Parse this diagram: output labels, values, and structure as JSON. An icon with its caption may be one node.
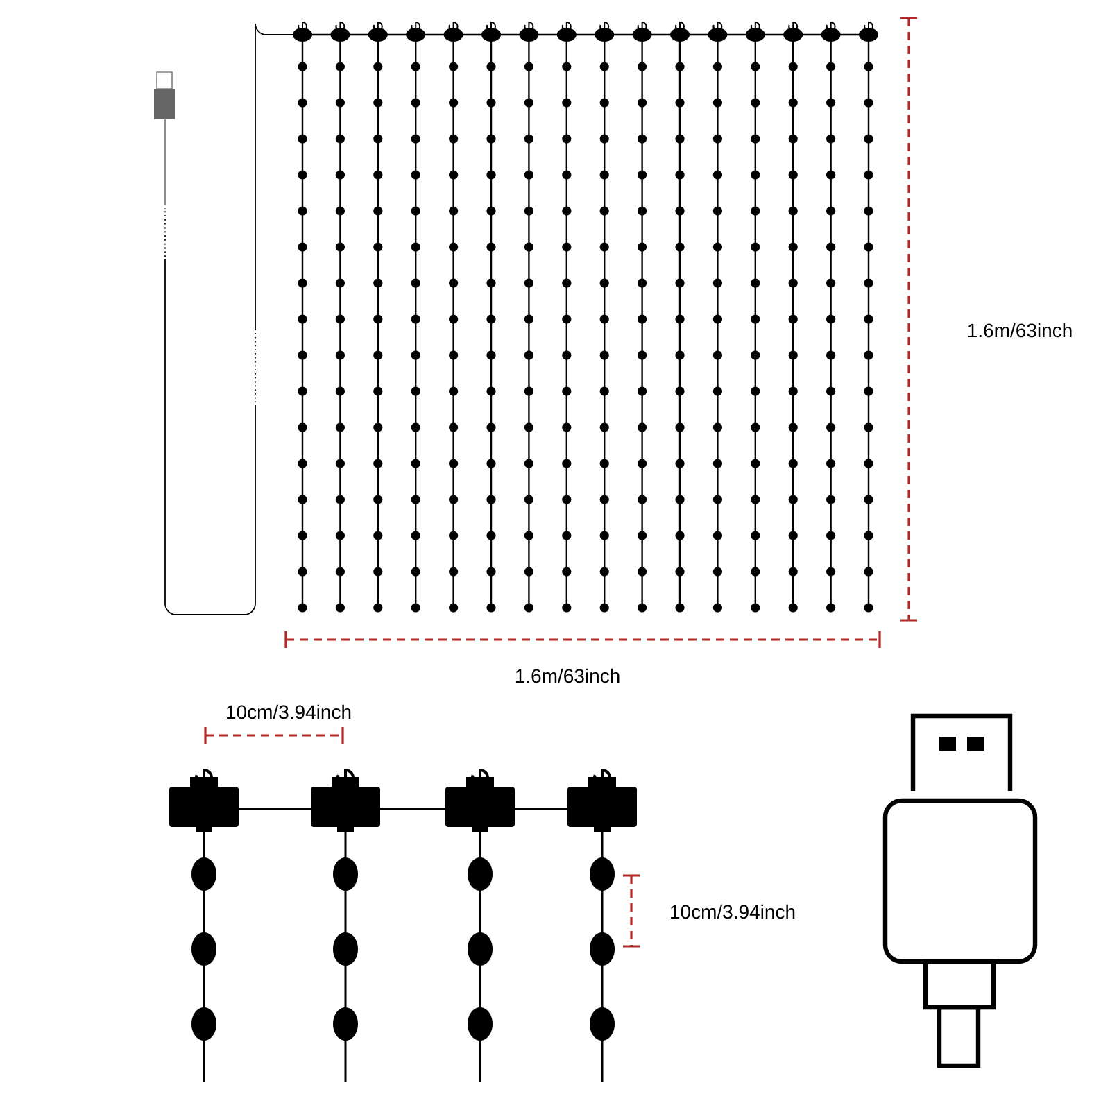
{
  "diagram": {
    "labels": [
      "1.6m/63inch",
      "1.6m/63inch",
      "10cm/3.94inch",
      "10cm/3.94inch"
    ]
  }
}
